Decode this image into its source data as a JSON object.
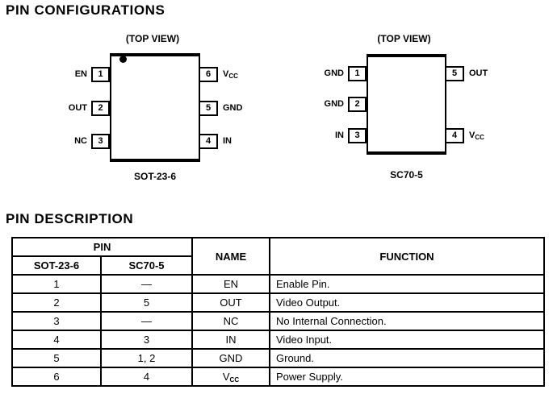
{
  "sections": {
    "pin_configurations": "PIN CONFIGURATIONS",
    "pin_description": "PIN DESCRIPTION"
  },
  "diagrams": {
    "sot23_6": {
      "top_view_label": "(TOP VIEW)",
      "caption": "SOT-23-6",
      "left_pins": [
        {
          "number": "1",
          "label": "EN"
        },
        {
          "number": "2",
          "label": "OUT"
        },
        {
          "number": "3",
          "label": "NC"
        }
      ],
      "right_pins": [
        {
          "number": "6",
          "label": "V",
          "label_sub": "CC"
        },
        {
          "number": "5",
          "label": "GND"
        },
        {
          "number": "4",
          "label": "IN"
        }
      ]
    },
    "sc70_5": {
      "top_view_label": "(TOP VIEW)",
      "caption": "SC70-5",
      "left_pins": [
        {
          "number": "1",
          "label": "GND"
        },
        {
          "number": "2",
          "label": "GND"
        },
        {
          "number": "3",
          "label": "IN"
        }
      ],
      "right_pins": [
        {
          "number": "5",
          "label": "OUT"
        },
        {
          "number": "4",
          "label": "V",
          "label_sub": "CC"
        }
      ]
    }
  },
  "table": {
    "headers": {
      "pin": "PIN",
      "sot23_6": "SOT-23-6",
      "sc70_5": "SC70-5",
      "name": "NAME",
      "function": "FUNCTION"
    },
    "rows": [
      {
        "sot23_6": "1",
        "sc70_5": "—",
        "name": "EN",
        "function": "Enable Pin."
      },
      {
        "sot23_6": "2",
        "sc70_5": "5",
        "name": "OUT",
        "function": "Video Output."
      },
      {
        "sot23_6": "3",
        "sc70_5": "—",
        "name": "NC",
        "function": "No Internal Connection."
      },
      {
        "sot23_6": "4",
        "sc70_5": "3",
        "name": "IN",
        "function": "Video Input."
      },
      {
        "sot23_6": "5",
        "sc70_5": "1, 2",
        "name": "GND",
        "function": "Ground."
      },
      {
        "sot23_6": "6",
        "sc70_5": "4",
        "name": "V",
        "name_sub": "CC",
        "function": "Power Supply."
      }
    ]
  }
}
